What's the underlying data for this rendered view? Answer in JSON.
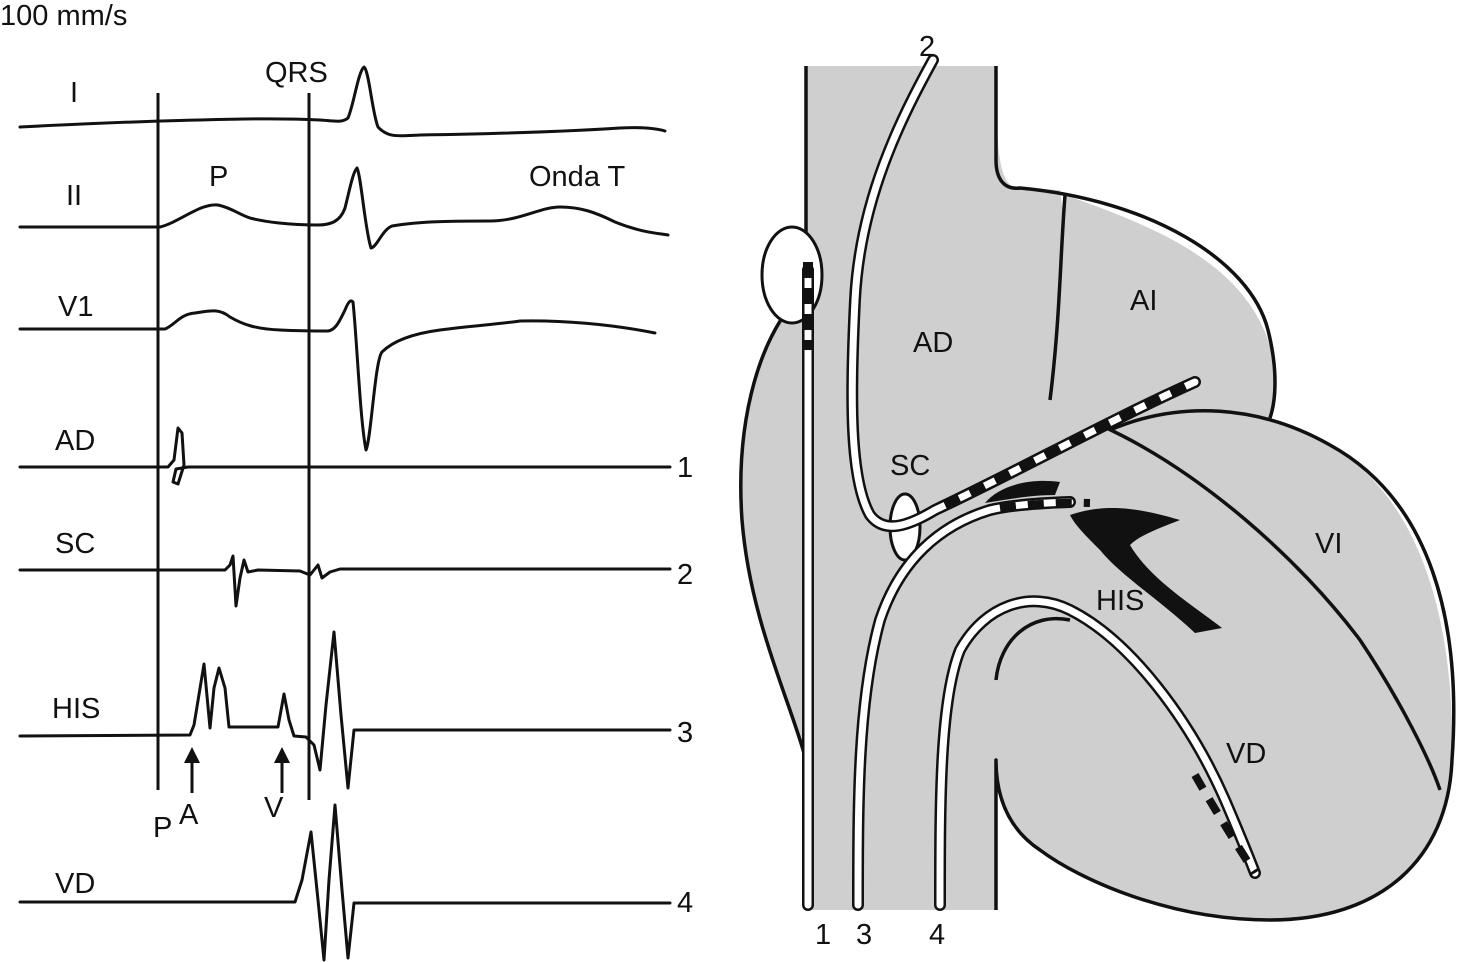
{
  "speed_label": "100 mm/s",
  "ecg": {
    "lead_labels": [
      "I",
      "II",
      "V1",
      "AD",
      "SC",
      "HIS",
      "VD"
    ],
    "channel_numbers": [
      "1",
      "2",
      "3",
      "4"
    ],
    "wave_labels": {
      "qrs": "QRS",
      "p": "P",
      "t_wave": "Onda T"
    },
    "markers": {
      "p": "P",
      "a": "A",
      "v": "V"
    }
  },
  "heart": {
    "catheter_top": "2",
    "catheter_bottom": [
      "1",
      "3",
      "4"
    ],
    "regions": {
      "ad": "AD",
      "ai": "AI",
      "sc": "SC",
      "vi": "VI",
      "his": "HIS",
      "vd": "VD"
    }
  },
  "colors": {
    "ink": "#111111",
    "heart_fill": "#cfcfcf",
    "catheter": "#ffffff"
  }
}
